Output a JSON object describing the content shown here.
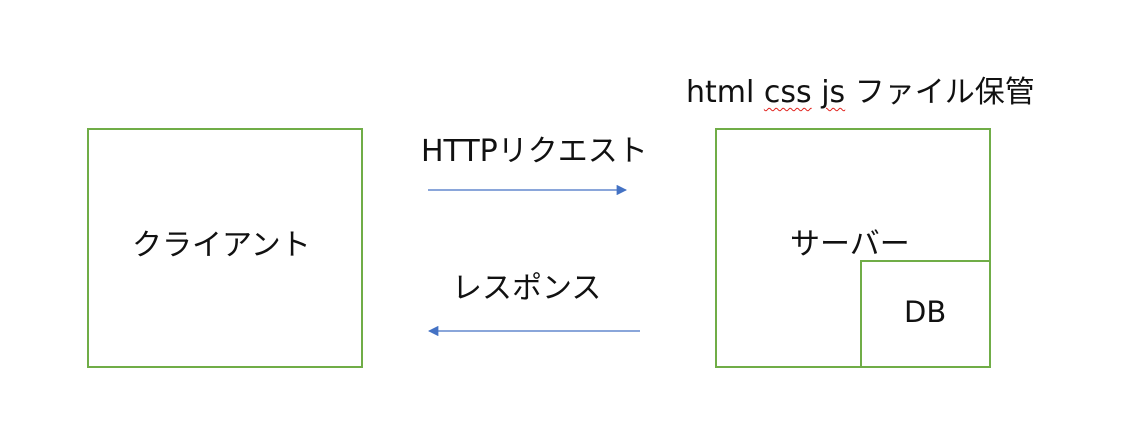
{
  "diagram": {
    "client": {
      "label": "クライアント"
    },
    "server": {
      "label": "サーバー"
    },
    "db": {
      "label": "DB"
    },
    "request": {
      "label": "HTTPリクエスト"
    },
    "response": {
      "label": "レスポンス"
    },
    "storage_note": {
      "part_html": "html",
      "part_css": "css",
      "part_js": "js",
      "part_rest": "ファイル保管"
    },
    "colors": {
      "box_border": "#70ad47",
      "arrow": "#4472c4",
      "spellcheck_underline": "#e0201b"
    }
  }
}
